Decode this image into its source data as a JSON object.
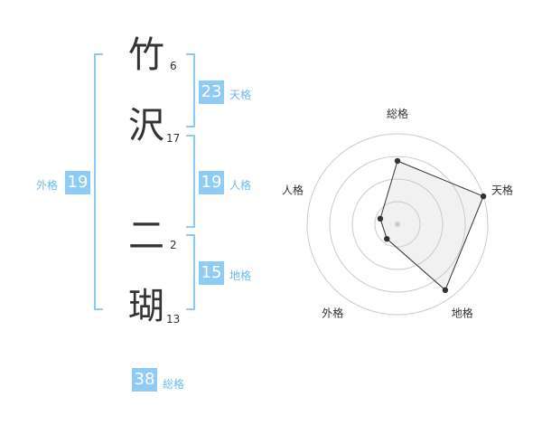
{
  "name": {
    "chars": [
      {
        "char": "竹",
        "strokes": "6"
      },
      {
        "char": "沢",
        "strokes": "17"
      },
      {
        "char": "二",
        "strokes": "2"
      },
      {
        "char": "瑚",
        "strokes": "13"
      }
    ]
  },
  "fortune": {
    "tenkaku": {
      "value": "23",
      "label": "天格"
    },
    "jinkaku": {
      "value": "19",
      "label": "人格"
    },
    "chikaku": {
      "value": "15",
      "label": "地格"
    },
    "gaikaku": {
      "value": "19",
      "label": "外格"
    },
    "soukaku": {
      "value": "38",
      "label": "総格"
    }
  },
  "colors": {
    "accent": "#8ecbf5",
    "accent_text": "#6cb9ee",
    "text": "#333333"
  },
  "chart_data": {
    "type": "radar",
    "axes": [
      "総格",
      "天格",
      "地格",
      "外格",
      "人格"
    ],
    "values": [
      3.5,
      5,
      4.5,
      1,
      1
    ],
    "rmax": 5,
    "rings": 4,
    "grid": true
  }
}
